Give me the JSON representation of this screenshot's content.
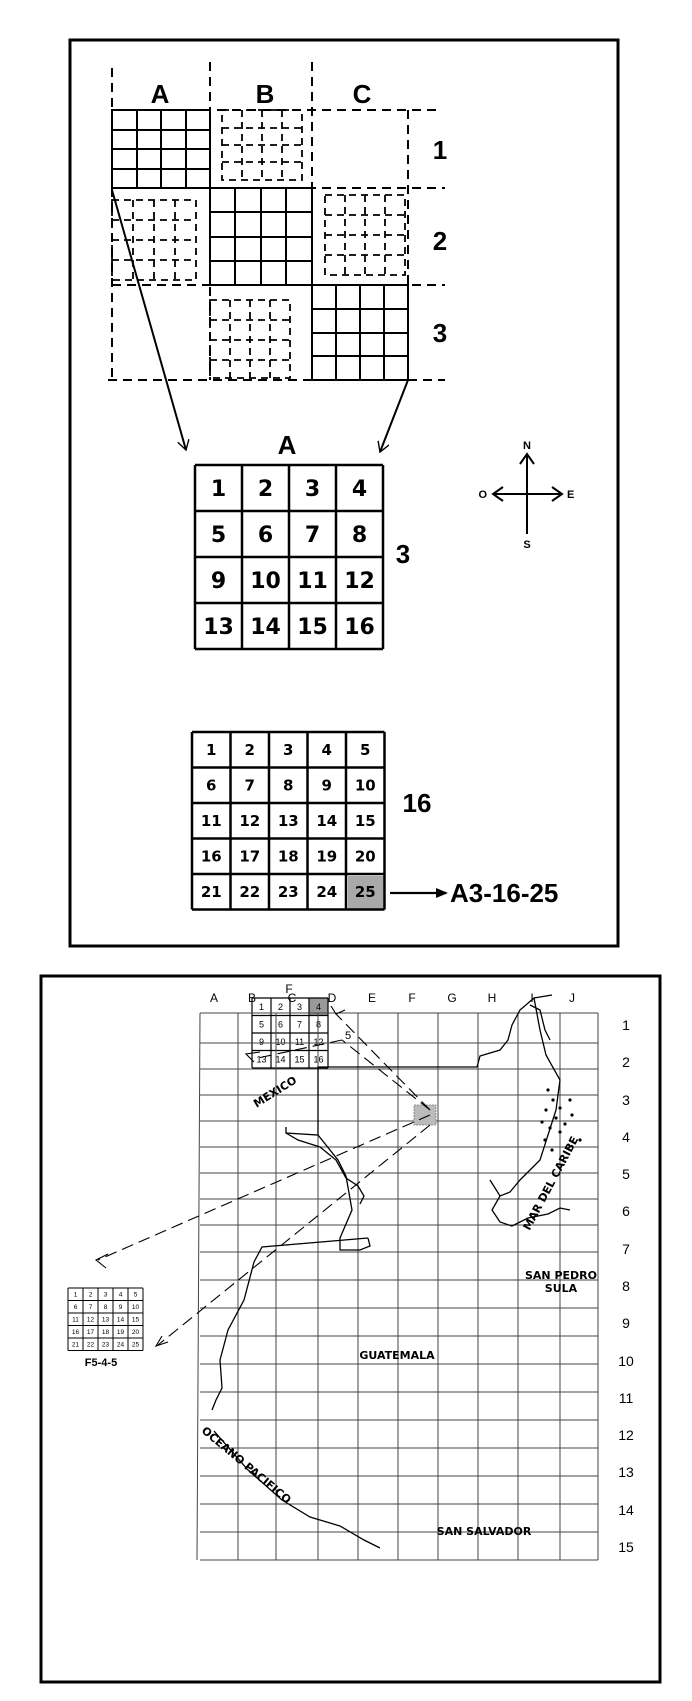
{
  "fig1": {
    "col_labels": [
      "A",
      "B",
      "C"
    ],
    "row_labels": [
      "1",
      "2",
      "3"
    ],
    "zoom1": {
      "title": "A",
      "side_label": "3",
      "cells": [
        "1",
        "2",
        "3",
        "4",
        "5",
        "6",
        "7",
        "8",
        "9",
        "10",
        "11",
        "12",
        "13",
        "14",
        "15",
        "16"
      ]
    },
    "zoom2": {
      "side_label": "16",
      "cells": [
        "1",
        "2",
        "3",
        "4",
        "5",
        "6",
        "7",
        "8",
        "9",
        "10",
        "11",
        "12",
        "13",
        "14",
        "15",
        "16",
        "17",
        "18",
        "19",
        "20",
        "21",
        "22",
        "23",
        "24",
        "25"
      ],
      "result": "A3-16-25"
    },
    "compass": {
      "n": "N",
      "s": "S",
      "e": "E",
      "w": "O"
    }
  },
  "fig2": {
    "top_grid": {
      "title": "F",
      "side_label": "5",
      "cells": [
        "1",
        "2",
        "3",
        "4",
        "5",
        "6",
        "7",
        "8",
        "9",
        "10",
        "11",
        "12",
        "13",
        "14",
        "15",
        "16"
      ]
    },
    "col_labels": [
      "A",
      "B",
      "C",
      "D",
      "E",
      "F",
      "G",
      "H",
      "I",
      "J"
    ],
    "row_labels": [
      "1",
      "2",
      "3",
      "4",
      "5",
      "6",
      "7",
      "8",
      "9",
      "10",
      "11",
      "12",
      "13",
      "14",
      "15"
    ],
    "places": {
      "mexico": "MEXICO",
      "guatemala": "GUATEMALA",
      "mar_caribe": "MAR DEL CARIBE",
      "san_pedro_1": "SAN PEDRO",
      "san_pedro_2": "SULA",
      "oceano": "OCEANO PACIFICO",
      "san_salvador": "SAN SALVADOR"
    },
    "small_grid": {
      "cells": [
        "1",
        "2",
        "3",
        "4",
        "5",
        "6",
        "7",
        "8",
        "9",
        "10",
        "11",
        "12",
        "13",
        "14",
        "15",
        "16",
        "17",
        "18",
        "19",
        "20",
        "21",
        "22",
        "23",
        "24",
        "25"
      ],
      "result": "F5-4-5"
    }
  }
}
